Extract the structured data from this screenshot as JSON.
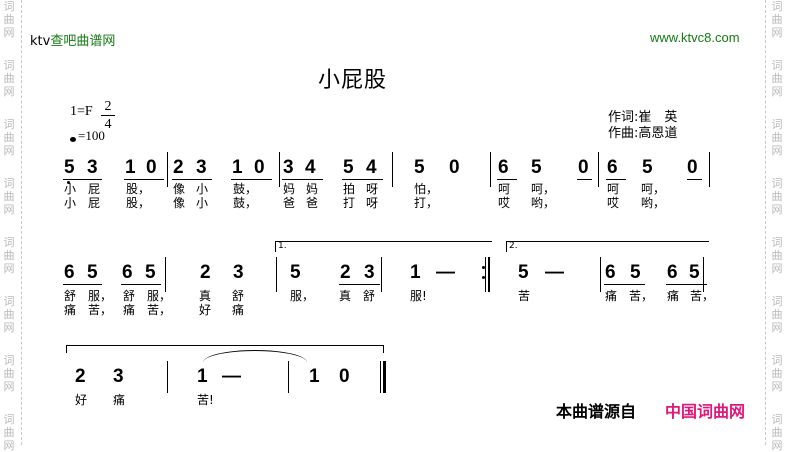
{
  "watermark": {
    "chars": [
      "词",
      "曲",
      "网"
    ]
  },
  "header": {
    "site_name_prefix": "ktv",
    "site_name_main": "查吧曲谱网",
    "site_url": "www.ktvc8.com"
  },
  "song": {
    "title": "小屁股",
    "key": "1=F",
    "time_sig_top": "2",
    "time_sig_bottom": "4",
    "tempo": "=100",
    "lyricist": "作词:崔　英",
    "composer": "作曲:高恩道"
  },
  "score": {
    "line1": {
      "notes": [
        "5",
        "3",
        "1",
        "0",
        "2",
        "3",
        "1",
        "0",
        "3",
        "4",
        "5",
        "4",
        "5",
        "0",
        "6",
        "5",
        "0",
        "6",
        "5",
        "0"
      ],
      "lyrics1": [
        "小",
        "屁",
        "股，",
        "像",
        "小",
        "鼓，",
        "妈",
        "妈",
        "拍",
        "呀",
        "怕，",
        "呵",
        "呵，",
        "呵",
        "呵，"
      ],
      "lyrics2": [
        "小",
        "屁",
        "股，",
        "像",
        "小",
        "鼓，",
        "爸",
        "爸",
        "打",
        "呀",
        "打，",
        "哎",
        "哟，",
        "哎",
        "哟，"
      ]
    },
    "line2": {
      "notes": [
        "6",
        "5",
        "6",
        "5",
        "2",
        "3",
        "5",
        "2",
        "3",
        "1",
        "—",
        "5",
        "—",
        "6",
        "5",
        "6",
        "5"
      ],
      "volta1": "1.",
      "volta2": "2.",
      "lyrics1": [
        "舒",
        "服，",
        "舒",
        "服，",
        "真",
        "舒",
        "服，",
        "真",
        "舒",
        "服!",
        "苦",
        "痛",
        "苦，",
        "痛",
        "苦，"
      ],
      "lyrics2": [
        "痛",
        "苦，",
        "痛",
        "苦，",
        "好",
        "痛"
      ]
    },
    "line3": {
      "notes": [
        "2",
        "3",
        "1",
        "—",
        "1",
        "0"
      ],
      "lyrics1": [
        "好",
        "痛",
        "苦!"
      ]
    }
  },
  "footer": {
    "source_label": "本曲谱源自",
    "source_site": "中国词曲网"
  }
}
